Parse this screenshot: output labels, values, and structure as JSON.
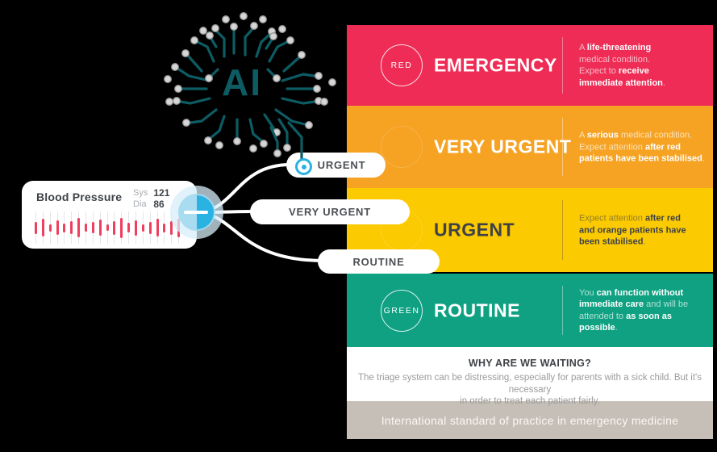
{
  "brain": {
    "label": "AI"
  },
  "bp_card": {
    "title": "Blood Pressure",
    "sys_label": "Sys",
    "sys_value": "121",
    "dia_label": "Dia",
    "dia_value": "86",
    "waveform_bars": [
      15,
      22,
      9,
      18,
      11,
      16,
      24,
      10,
      14,
      20,
      8,
      17,
      25,
      12,
      19,
      9,
      15,
      22,
      11,
      17,
      23
    ]
  },
  "pills": [
    {
      "label": "URGENT"
    },
    {
      "label": "VERY URGENT"
    },
    {
      "label": "ROUTINE"
    }
  ],
  "triage": {
    "rows": [
      {
        "badge": "RED",
        "title": "EMERGENCY",
        "desc": [
          [
            {
              "t": "A "
            },
            {
              "t": "life-threatening",
              "b": 1
            }
          ],
          [
            {
              "t": "medical condition."
            }
          ],
          [
            {
              "t": "Expect to "
            },
            {
              "t": "receive",
              "b": 1
            }
          ],
          [
            {
              "t": "immediate attention",
              "b": 1
            },
            {
              "t": "."
            }
          ]
        ]
      },
      {
        "badge": "",
        "title": "VERY URGENT",
        "desc": [
          [
            {
              "t": "A "
            },
            {
              "t": "serious",
              "b": 1
            },
            {
              "t": " medical condition."
            }
          ],
          [
            {
              "t": "Expect attention "
            },
            {
              "t": "after red",
              "b": 1
            }
          ],
          [
            {
              "t": "patients have been stabilised",
              "b": 1
            },
            {
              "t": "."
            }
          ]
        ]
      },
      {
        "badge": "",
        "title": "URGENT",
        "desc": [
          [
            {
              "t": "Expect attention "
            },
            {
              "t": "after red",
              "b": 1
            }
          ],
          [
            {
              "t": "and orange patients have",
              "b": 1
            }
          ],
          [
            {
              "t": "been stabilised",
              "b": 1
            },
            {
              "t": "."
            }
          ]
        ]
      },
      {
        "badge": "GREEN",
        "title": "ROUTINE",
        "desc": [
          [
            {
              "t": "You "
            },
            {
              "t": "can function without",
              "b": 1
            }
          ],
          [
            {
              "t": "immediate care",
              "b": 1
            },
            {
              "t": " and will be"
            }
          ],
          [
            {
              "t": "attended to "
            },
            {
              "t": "as soon as possible",
              "b": 1
            },
            {
              "t": "."
            }
          ]
        ]
      }
    ],
    "waiting": {
      "title": "WHY ARE WE WAITING?",
      "line1": "The triage system can be distressing, especially for parents with a sick child. But it's necessary",
      "line2": "in order to treat each patient fairly."
    },
    "footer": "International standard of practice in emergency medicine"
  },
  "colors": {
    "red": "#ee2c55",
    "orange": "#f6a324",
    "yellow": "#fcca00",
    "green": "#0fa182",
    "footer_gray": "#c5bfb7",
    "cyan_node": "#29b2e2",
    "brain_teal": "#0d5c64",
    "dark_text": "#3e4247",
    "waveform_red": "#ee3f5e"
  }
}
